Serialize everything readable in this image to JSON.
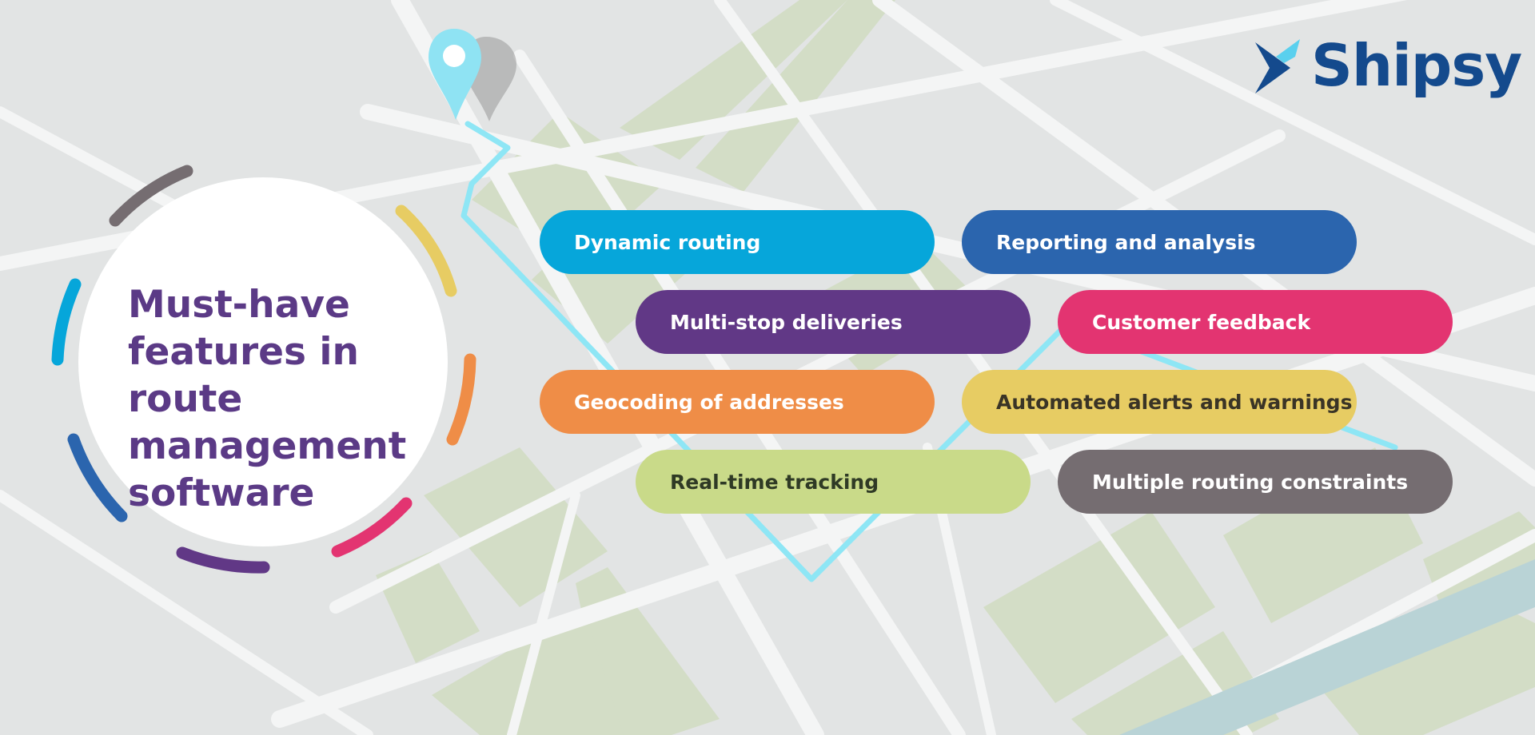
{
  "title": "Must-have features in route management software",
  "brand": {
    "name": "Shipsy",
    "color": "#144a8d"
  },
  "features": [
    {
      "label": "Dynamic routing",
      "color": "#06a6da",
      "text_color": "#ffffff"
    },
    {
      "label": "Reporting and analysis",
      "color": "#2b65ae",
      "text_color": "#ffffff"
    },
    {
      "label": "Multi-stop deliveries",
      "color": "#613886",
      "text_color": "#ffffff"
    },
    {
      "label": "Customer feedback",
      "color": "#e33471",
      "text_color": "#ffffff"
    },
    {
      "label": "Geocoding of addresses",
      "color": "#ef8d47",
      "text_color": "#ffffff"
    },
    {
      "label": "Automated alerts and warnings",
      "color": "#e7cc63",
      "text_color": "#3a3426"
    },
    {
      "label": "Real-time tracking",
      "color": "#c9da89",
      "text_color": "#2f3a25"
    },
    {
      "label": "Multiple routing constraints",
      "color": "#756d71",
      "text_color": "#ffffff"
    }
  ],
  "palette": {
    "background": "#e2e4e4",
    "roads": "#f4f5f5",
    "blocks": "#d3ddc6",
    "water": "#b9d3d6",
    "route": "#8ee6f5",
    "pin": "#8fe3f3",
    "title": "#5b3a86"
  }
}
